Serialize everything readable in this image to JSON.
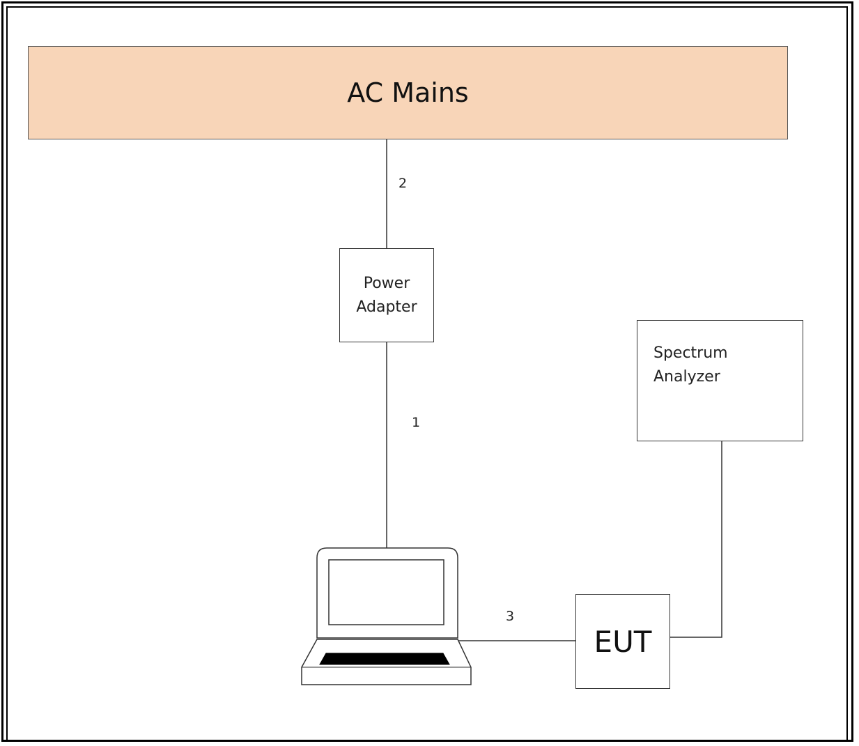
{
  "ac_mains": {
    "label": "AC Mains",
    "fill": "#f8d5b8"
  },
  "power_adapter": {
    "line1": "Power",
    "line2": "Adapter"
  },
  "spectrum_analyzer": {
    "line1": "Spectrum",
    "line2": "Analyzer"
  },
  "eut": {
    "label": "EUT"
  },
  "cables": {
    "c1": "1",
    "c2": "2",
    "c3": "3"
  }
}
